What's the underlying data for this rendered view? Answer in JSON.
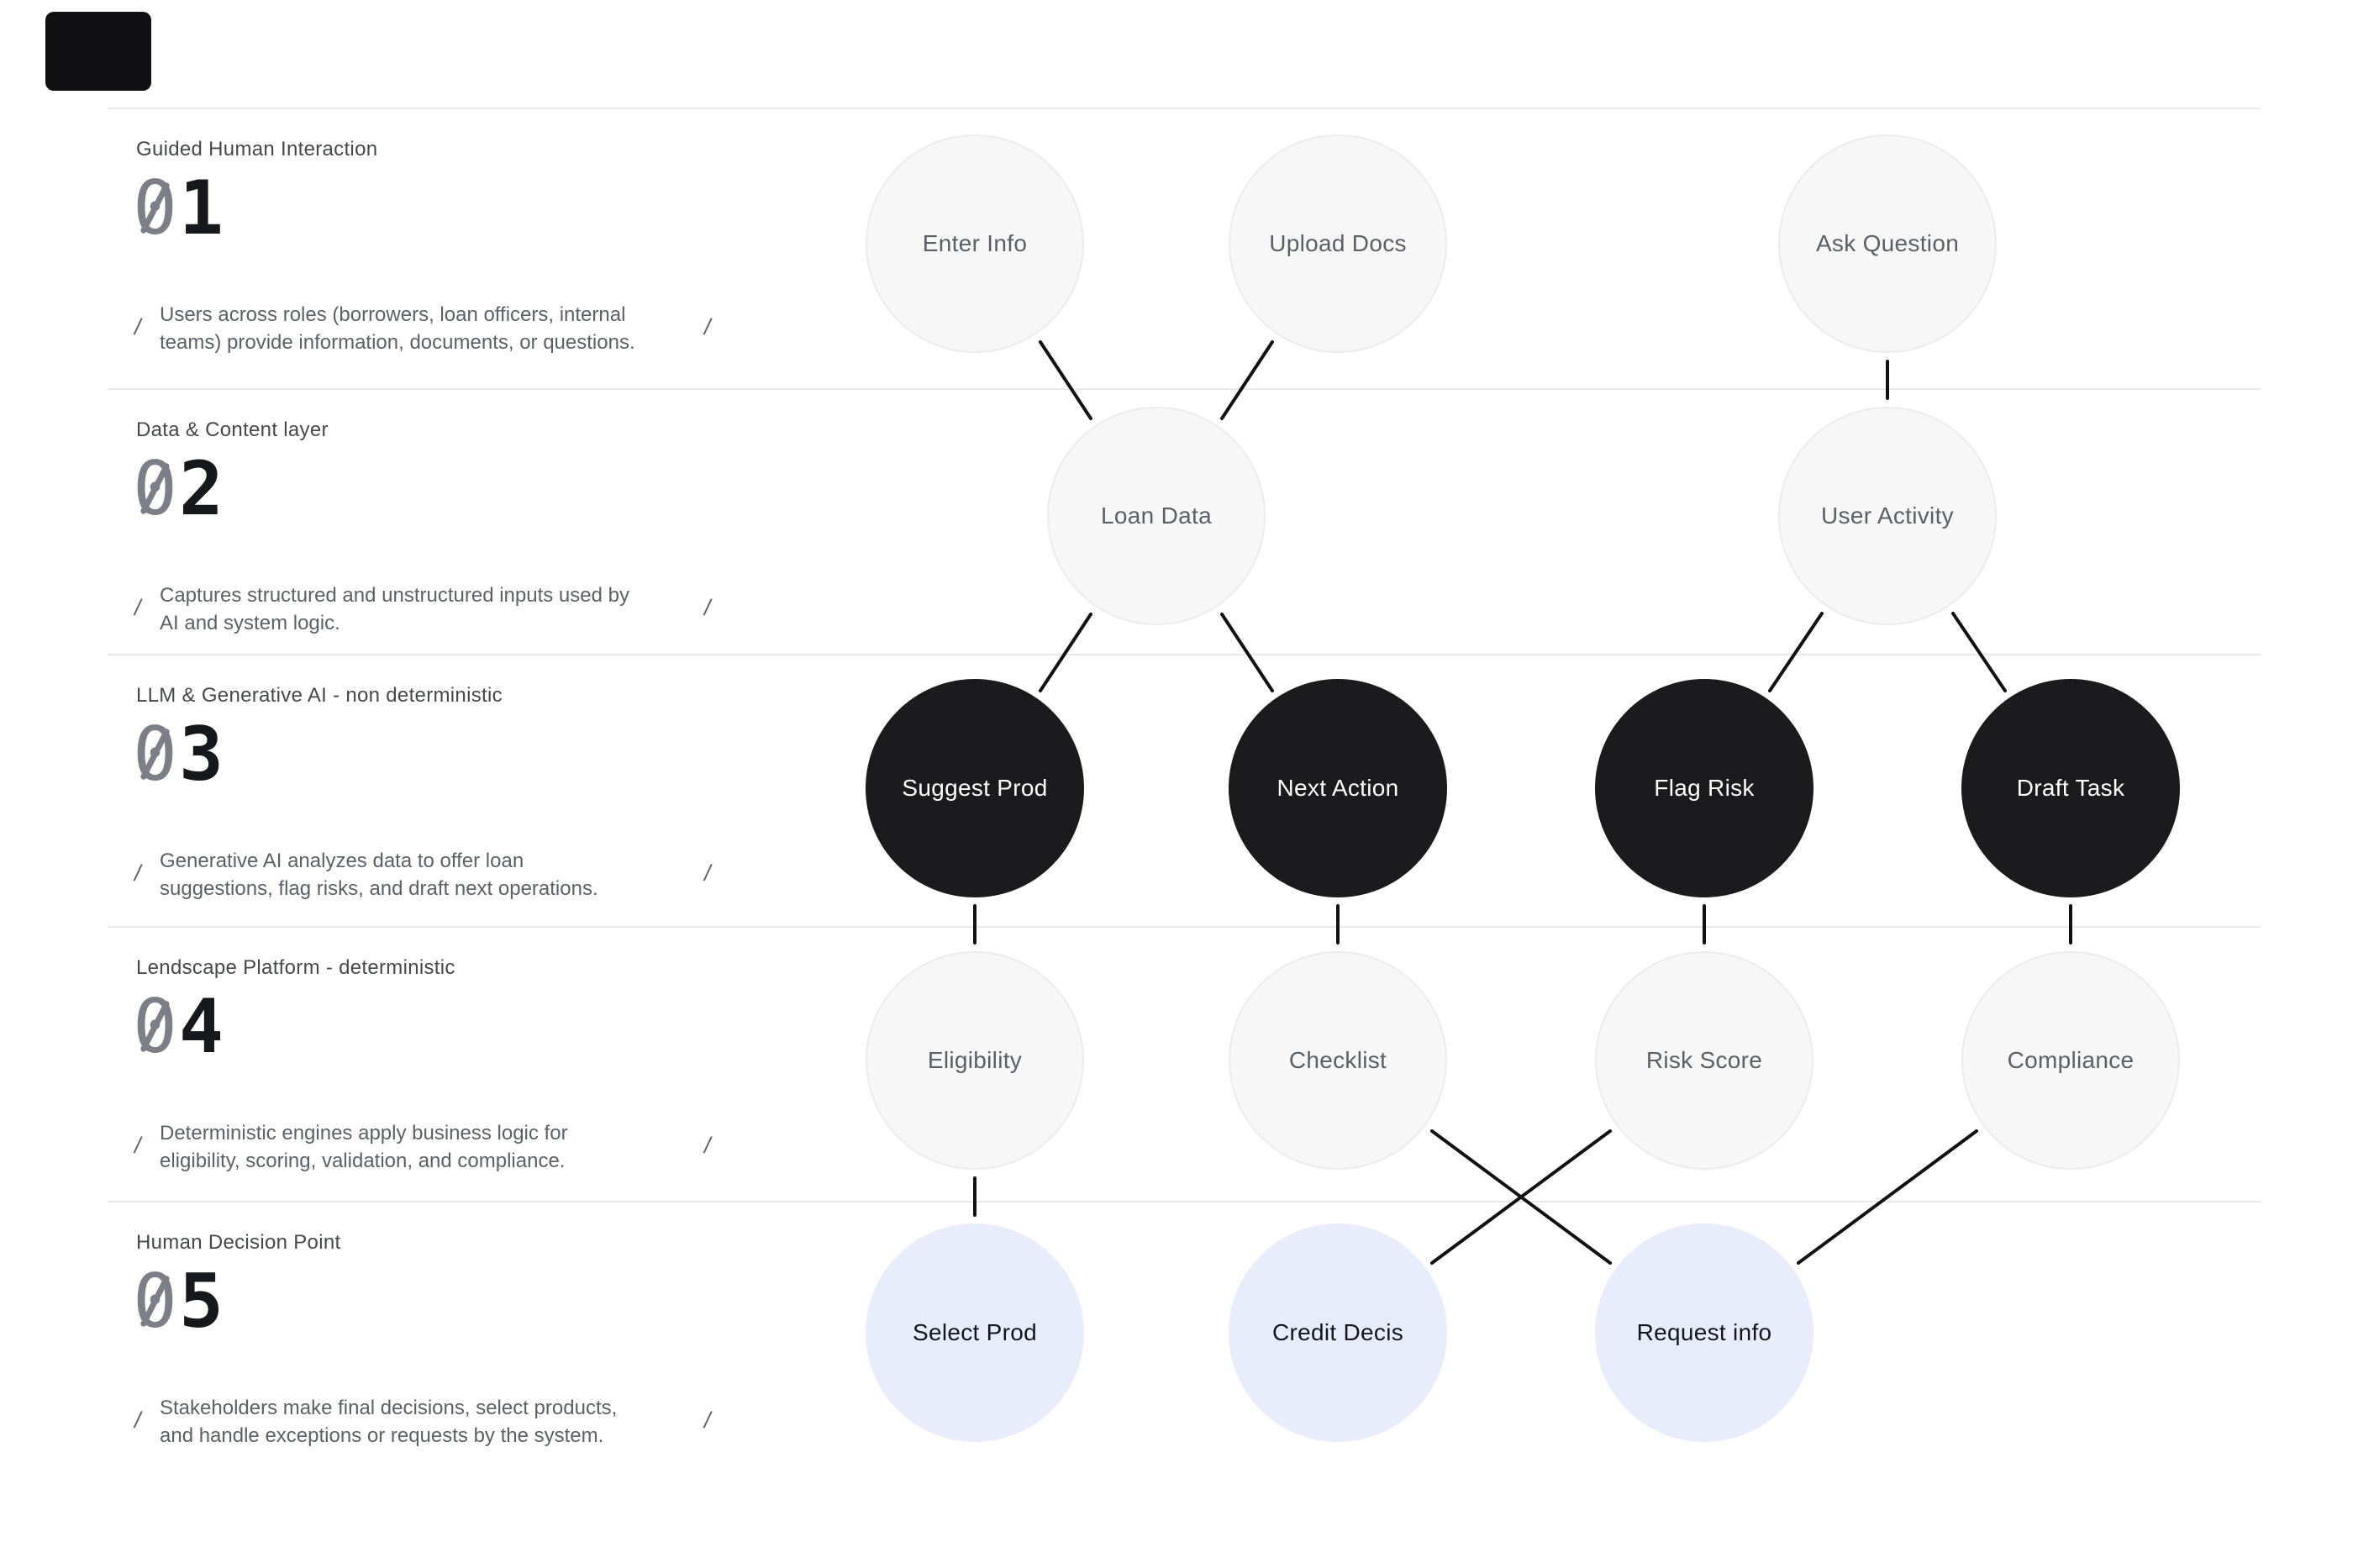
{
  "ui": {
    "slash": "/"
  },
  "colors": {
    "background": "#ffffff",
    "logo": "#111113",
    "separator": "#e9e9ea",
    "node_light_fill": "#f7f7f8",
    "node_light_border": "#ececee",
    "node_light_text": "#5c5f66",
    "node_dark_fill": "#1b1b1d",
    "node_dark_text": "#ffffff",
    "node_blue_fill": "#e9edfb",
    "node_blue_text": "#15161c",
    "edge_line": "#111111",
    "title_text": "#46484d",
    "desc_text": "#5d6066",
    "number_zero": "#7c7f88",
    "number_digit": "#17181c"
  },
  "sections": [
    {
      "num0": "0",
      "num1": "1",
      "title": "Guided Human Interaction",
      "desc1": "Users across roles (borrowers, loan officers, internal",
      "desc2": "teams) provide information, documents, or questions."
    },
    {
      "num0": "0",
      "num1": "2",
      "title": "Data & Content layer",
      "desc1": "Captures structured and unstructured inputs used by",
      "desc2": "AI and system logic."
    },
    {
      "num0": "0",
      "num1": "3",
      "title": "LLM & Generative AI - non deterministic",
      "desc1": "Generative AI analyzes data to offer loan",
      "desc2": "suggestions, flag risks, and draft next operations."
    },
    {
      "num0": "0",
      "num1": "4",
      "title": "Lendscape Platform - deterministic",
      "desc1": "Deterministic engines apply business logic for",
      "desc2": "eligibility, scoring, validation, and compliance."
    },
    {
      "num0": "0",
      "num1": "5",
      "title": "Human Decision Point",
      "desc1": "Stakeholders make final decisions, select products,",
      "desc2": "and handle exceptions or requests by the system."
    }
  ],
  "rows": [
    {
      "style": "light",
      "nodes": [
        {
          "id": "enter-info",
          "label": "Enter Info"
        },
        {
          "id": "upload-docs",
          "label": "Upload Docs"
        },
        {
          "id": "ask-question",
          "label": "Ask Question"
        }
      ]
    },
    {
      "style": "light",
      "nodes": [
        {
          "id": "loan-data",
          "label": "Loan Data"
        },
        {
          "id": "user-activity",
          "label": "User Activity"
        }
      ]
    },
    {
      "style": "dark",
      "nodes": [
        {
          "id": "suggest-prod",
          "label": "Suggest Prod"
        },
        {
          "id": "next-action",
          "label": "Next Action"
        },
        {
          "id": "flag-risk",
          "label": "Flag Risk"
        },
        {
          "id": "draft-task",
          "label": "Draft Task"
        }
      ]
    },
    {
      "style": "light",
      "nodes": [
        {
          "id": "eligibility",
          "label": "Eligibility"
        },
        {
          "id": "checklist",
          "label": "Checklist"
        },
        {
          "id": "risk-score",
          "label": "Risk Score"
        },
        {
          "id": "compliance",
          "label": "Compliance"
        }
      ]
    },
    {
      "style": "blue",
      "nodes": [
        {
          "id": "select-prod",
          "label": "Select Prod"
        },
        {
          "id": "credit-decis",
          "label": "Credit Decis"
        },
        {
          "id": "request-info",
          "label": "Request info"
        }
      ]
    }
  ],
  "edges": [
    {
      "from": "enter-info",
      "to": "loan-data"
    },
    {
      "from": "upload-docs",
      "to": "loan-data"
    },
    {
      "from": "ask-question",
      "to": "user-activity"
    },
    {
      "from": "loan-data",
      "to": "suggest-prod"
    },
    {
      "from": "loan-data",
      "to": "next-action"
    },
    {
      "from": "user-activity",
      "to": "flag-risk"
    },
    {
      "from": "user-activity",
      "to": "draft-task"
    },
    {
      "from": "suggest-prod",
      "to": "eligibility"
    },
    {
      "from": "next-action",
      "to": "checklist"
    },
    {
      "from": "flag-risk",
      "to": "risk-score"
    },
    {
      "from": "draft-task",
      "to": "compliance"
    },
    {
      "from": "eligibility",
      "to": "select-prod"
    },
    {
      "from": "checklist",
      "to": "request-info"
    },
    {
      "from": "risk-score",
      "to": "credit-decis"
    },
    {
      "from": "compliance",
      "to": "request-info"
    }
  ]
}
